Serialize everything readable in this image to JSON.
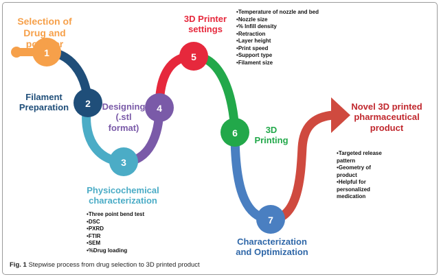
{
  "colors": {
    "step1": "#f6a04a",
    "step2": "#1f4e79",
    "step3": "#4bacc6",
    "step4": "#7a5aa8",
    "step5": "#e6283c",
    "step6": "#22a84a",
    "step7": "#4a7fc1",
    "arrow": "#cf4a3f"
  },
  "steps": {
    "s1": {
      "num": "1",
      "label": [
        "Selection of",
        "Drug and polymer"
      ]
    },
    "s2": {
      "num": "2",
      "label": [
        "Filament",
        "Preparation"
      ]
    },
    "s3": {
      "num": "3",
      "label": [
        "Physicochemical",
        "characterization"
      ],
      "bullets": [
        "Three point bend test",
        "DSC",
        "PXRD",
        "FTIR",
        "SEM",
        "%Drug loading"
      ]
    },
    "s4": {
      "num": "4",
      "label": [
        "Designing",
        "(.stl format)"
      ]
    },
    "s5": {
      "num": "5",
      "label": [
        "3D Printer",
        "settings"
      ],
      "bullets": [
        "Temperature of nozzle and bed",
        "Nozzle size",
        "% Infill density",
        "Retraction",
        "Layer height",
        "Print speed",
        "Support type",
        "Filament size"
      ]
    },
    "s6": {
      "num": "6",
      "label": [
        "3D",
        "Printing"
      ]
    },
    "s7": {
      "num": "7",
      "label": [
        "Characterization",
        "and Optimization"
      ]
    }
  },
  "product": {
    "label": [
      "Novel 3D printed",
      "pharmaceutical",
      "product"
    ],
    "bullets": [
      "Targeted release pattern",
      "Geometry of product",
      "Helpful for personalized medication"
    ]
  },
  "caption": {
    "fig": "Fig. 1",
    "text": "Stepwise process from drug selection to 3D printed product"
  }
}
